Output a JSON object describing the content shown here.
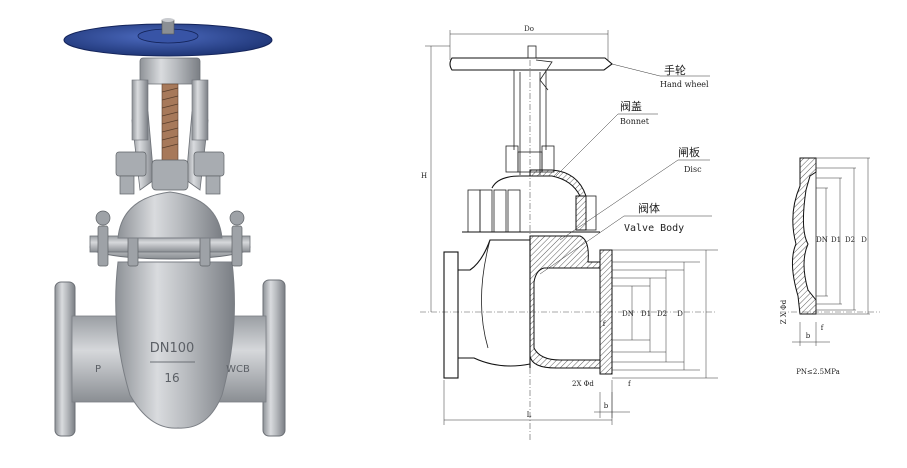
{
  "labels": {
    "handwheel_cn": "手轮",
    "handwheel_en": "Hand wheel",
    "bonnet_cn": "阀盖",
    "bonnet_en": "Bonnet",
    "disc_cn": "闸板",
    "disc_en": "Disc",
    "body_cn": "阀体",
    "body_en": "Valve Body"
  },
  "dimensions": {
    "do": "Do",
    "h": "H",
    "l": "L",
    "dn": "DN",
    "d1": "D1",
    "d2": "D2",
    "d": "D",
    "f": "f",
    "b": "b",
    "bolt": "2X Φd",
    "bolt_detail": "Z X Φd",
    "dn_detail": "DN",
    "d1_detail": "D1",
    "d2_detail": "D2",
    "d_detail": "D",
    "f_detail": "f",
    "b_detail": "b"
  },
  "note": "PN≤2.5MPa",
  "photo": {
    "body_cast_top": "DN100",
    "body_cast_bottom": "16",
    "body_cast_left": "P",
    "body_cast_right": "WCB"
  },
  "colors": {
    "handwheel": "#2b4a9b",
    "metal": "#b9bcc0",
    "metal_dark": "#7d8187",
    "line": "#222222"
  }
}
